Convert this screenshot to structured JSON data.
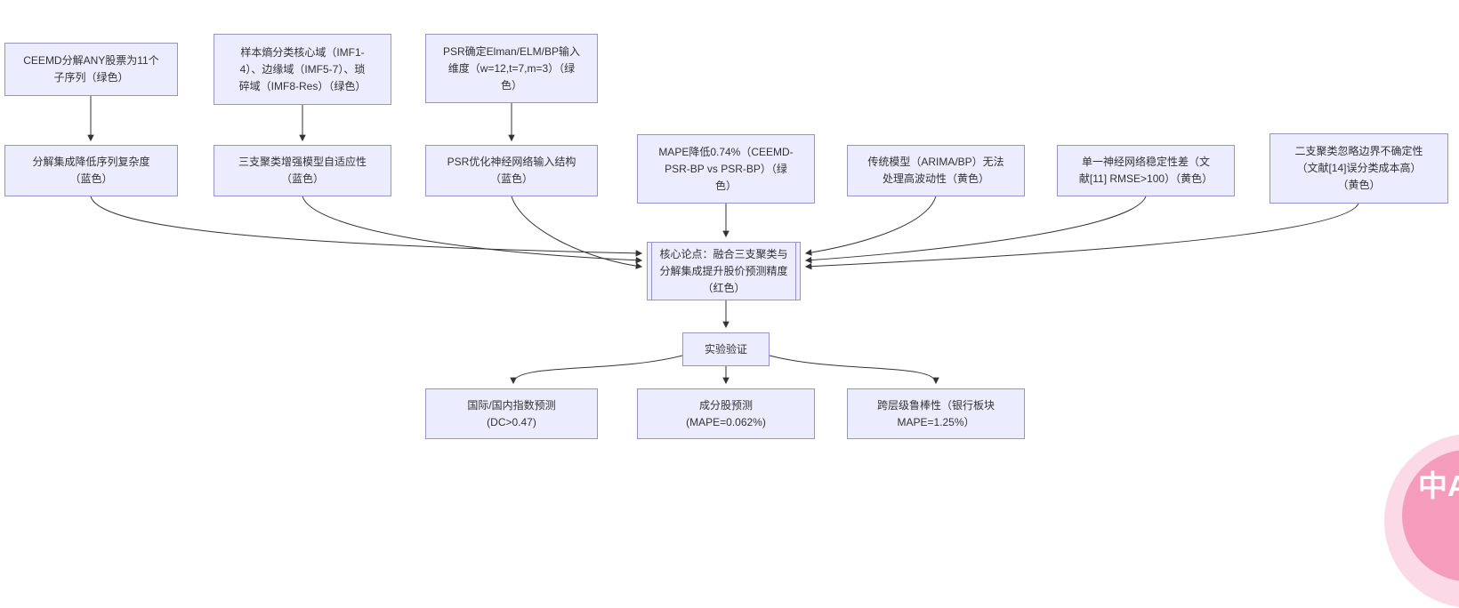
{
  "colors": {
    "node_fill": "#ECECFF",
    "node_border": "#9793c9",
    "edge": "#333333",
    "text": "#333333",
    "badge_inner": "#f59cbc",
    "badge_halo": "#fbd9e6"
  },
  "nodes": {
    "ceemd_decompose": {
      "label": "CEEMD分解ANY股票为11个\n子序列（绿色）"
    },
    "sample_entropy": {
      "label": "样本熵分类核心域（IMF1-\n4）、边缘域（IMF5-7）、琐\n碎域（IMF8-Res）（绿色）"
    },
    "psr_dimension": {
      "label": "PSR确定Elman/ELM/BP输入\n维度（w=12,t=7,m=3）（绿\n色）"
    },
    "decomp_complexity": {
      "label": "分解集成降低序列复杂度\n（蓝色）"
    },
    "three_way_adaptive": {
      "label": "三支聚类增强模型自适应性\n（蓝色）"
    },
    "psr_structure": {
      "label": "PSR优化神经网络输入结构\n（蓝色）"
    },
    "mape_gain": {
      "label": "MAPE降低0.74%（CEEMD-\nPSR-BP vs PSR-BP）（绿\n色）"
    },
    "traditional_limit": {
      "label": "传统模型（ARIMA/BP）无法\n处理高波动性（黄色）"
    },
    "single_nn_unstable": {
      "label": "单一神经网络稳定性差（文\n献[11] RMSE>100）（黄色）"
    },
    "two_way_limit": {
      "label": "二支聚类忽略边界不确定性\n（文献[14]误分类成本高）\n（黄色）"
    },
    "core_thesis": {
      "label": "核心论点：融合三支聚类与\n分解集成提升股价预测精度\n（红色）"
    },
    "experiment": {
      "label": "实验验证"
    },
    "index_pred": {
      "label": "国际/国内指数预测\n(DC>0.47)"
    },
    "constituent_pred": {
      "label": "成分股预测\n(MAPE=0.062%)"
    },
    "robustness": {
      "label": "跨层级鲁棒性（银行板块\nMAPE=1.25%）"
    }
  },
  "edges": [
    {
      "from": "ceemd_decompose",
      "to": "decomp_complexity"
    },
    {
      "from": "sample_entropy",
      "to": "three_way_adaptive"
    },
    {
      "from": "psr_dimension",
      "to": "psr_structure"
    },
    {
      "from": "decomp_complexity",
      "to": "core_thesis"
    },
    {
      "from": "three_way_adaptive",
      "to": "core_thesis"
    },
    {
      "from": "psr_structure",
      "to": "core_thesis"
    },
    {
      "from": "mape_gain",
      "to": "core_thesis"
    },
    {
      "from": "traditional_limit",
      "to": "core_thesis"
    },
    {
      "from": "single_nn_unstable",
      "to": "core_thesis"
    },
    {
      "from": "two_way_limit",
      "to": "core_thesis"
    },
    {
      "from": "core_thesis",
      "to": "experiment"
    },
    {
      "from": "experiment",
      "to": "index_pred"
    },
    {
      "from": "experiment",
      "to": "constituent_pred"
    },
    {
      "from": "experiment",
      "to": "robustness"
    }
  ],
  "badge": {
    "label": "中A"
  }
}
